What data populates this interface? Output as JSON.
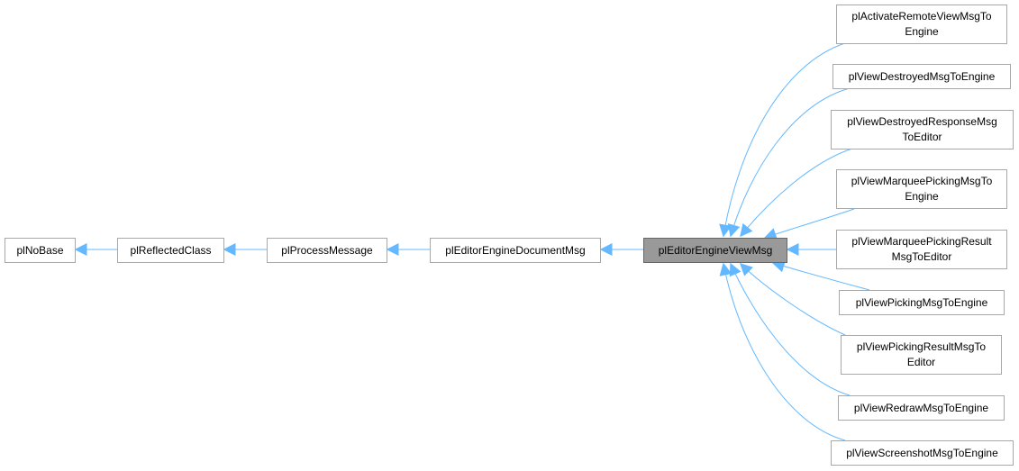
{
  "diagram": {
    "type": "inheritance-graph",
    "edge_color": "#63b8ff",
    "current_class": "plEditorEngineViewMsg",
    "ancestors": [
      {
        "label": "plNoBase"
      },
      {
        "label": "plReflectedClass"
      },
      {
        "label": "plProcessMessage"
      },
      {
        "label": "plEditorEngineDocumentMsg"
      }
    ],
    "current": {
      "label": "plEditorEngineViewMsg"
    },
    "children": [
      {
        "line1": "plActivateRemoteViewMsgTo",
        "line2": "Engine"
      },
      {
        "line1": "plViewDestroyedMsgToEngine",
        "line2": ""
      },
      {
        "line1": "plViewDestroyedResponseMsg",
        "line2": "ToEditor"
      },
      {
        "line1": "plViewMarqueePickingMsgTo",
        "line2": "Engine"
      },
      {
        "line1": "plViewMarqueePickingResult",
        "line2": "MsgToEditor"
      },
      {
        "line1": "plViewPickingMsgToEngine",
        "line2": ""
      },
      {
        "line1": "plViewPickingResultMsgTo",
        "line2": "Editor"
      },
      {
        "line1": "plViewRedrawMsgToEngine",
        "line2": ""
      },
      {
        "line1": "plViewScreenshotMsgToEngine",
        "line2": ""
      }
    ]
  }
}
